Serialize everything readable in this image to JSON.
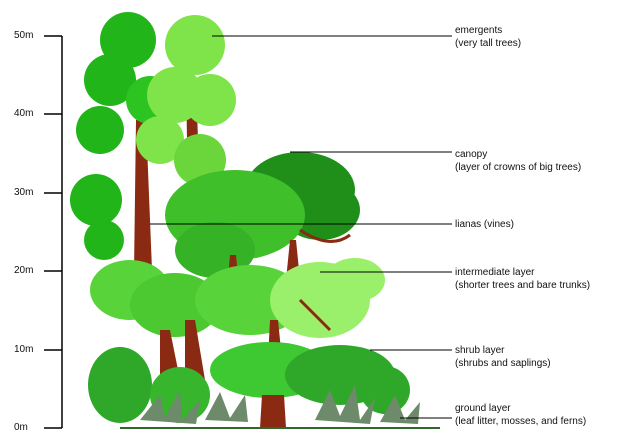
{
  "scale": {
    "ticks": [
      {
        "label": "50m",
        "value": 50
      },
      {
        "label": "40m",
        "value": 40
      },
      {
        "label": "30m",
        "value": 30
      },
      {
        "label": "20m",
        "value": 20
      },
      {
        "label": "10m",
        "value": 10
      },
      {
        "label": "0m",
        "value": 0
      }
    ]
  },
  "layers": [
    {
      "name": "emergents",
      "desc": "(very tall trees)"
    },
    {
      "name": "canopy",
      "desc": "(layer of crowns of big trees)"
    },
    {
      "name": "lianas (vines)",
      "desc": ""
    },
    {
      "name": "intermediate layer",
      "desc": "(shorter trees and bare trunks)"
    },
    {
      "name": "shrub layer",
      "desc": "(shrubs and saplings)"
    },
    {
      "name": "ground layer",
      "desc": "(leaf litter, mosses, and ferns)"
    }
  ],
  "colors": {
    "emergent_dark": "#22b51a",
    "emergent_light": "#7fe34a",
    "canopy": "#3fbf2a",
    "canopy_dark": "#1f8f1a",
    "intermediate": "#58d43a",
    "intermediate_light": "#9af06a",
    "shrub": "#2fa82a",
    "ground_fern": "#6d8a6a",
    "trunk": "#8b2a12",
    "leader": "#000000"
  }
}
